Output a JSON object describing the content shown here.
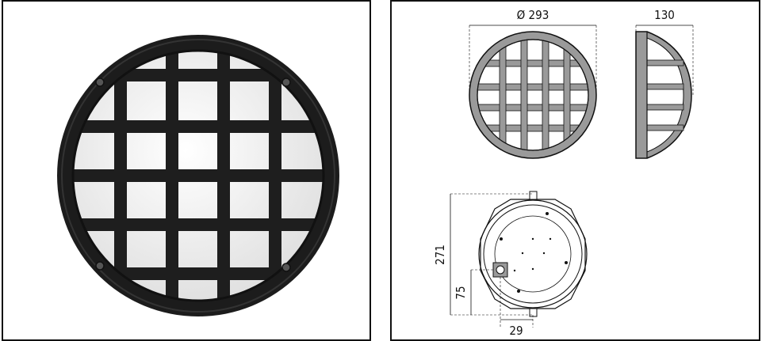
{
  "product_photo": {
    "icon": "round-caged-wall-lamp"
  },
  "technical_drawing": {
    "diameter_label": "Ø 293",
    "depth_label": "130",
    "height_label": "271",
    "mount_height_label": "75",
    "mount_offset_label": "29"
  },
  "colors": {
    "lamp_body": "#1c1c1c",
    "diffuser": "#f1f1f1",
    "drawing_fill": "#9a9a9a",
    "line": "#111111"
  }
}
